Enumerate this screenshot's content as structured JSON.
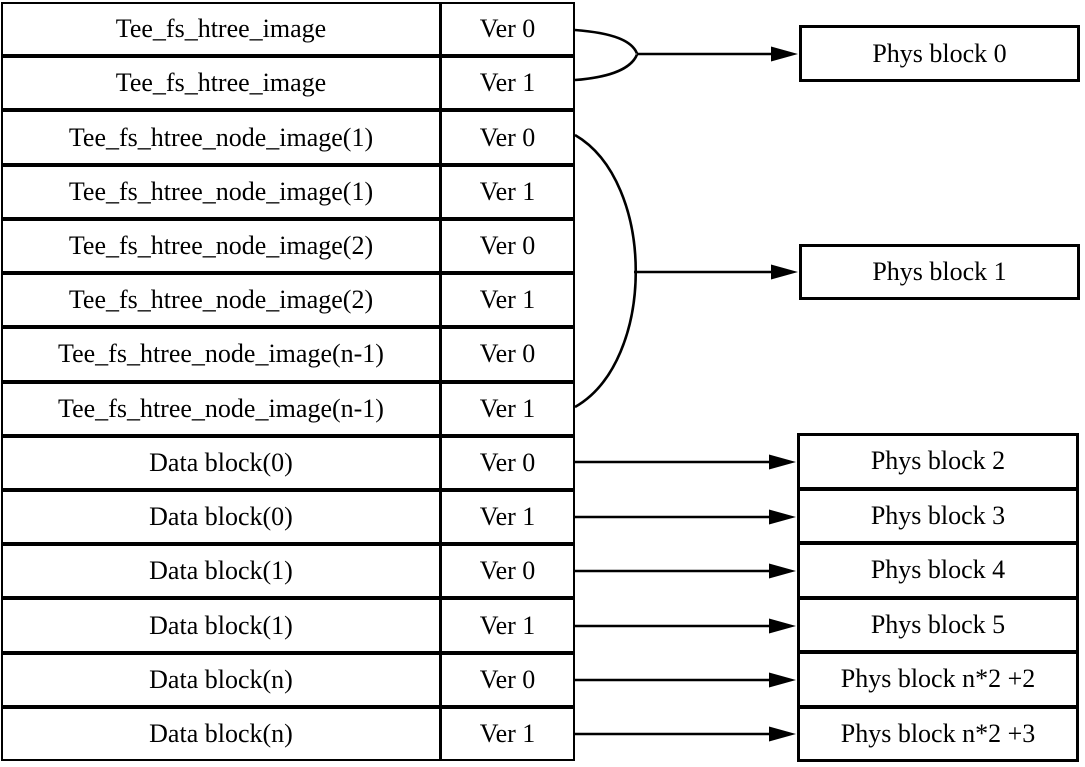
{
  "table": {
    "rows": [
      {
        "name": "Tee_fs_htree_image",
        "ver": "Ver 0"
      },
      {
        "name": "Tee_fs_htree_image",
        "ver": "Ver 1"
      },
      {
        "name": "Tee_fs_htree_node_image(1)",
        "ver": "Ver 0"
      },
      {
        "name": "Tee_fs_htree_node_image(1)",
        "ver": "Ver 1"
      },
      {
        "name": "Tee_fs_htree_node_image(2)",
        "ver": "Ver 0"
      },
      {
        "name": "Tee_fs_htree_node_image(2)",
        "ver": "Ver 1"
      },
      {
        "name": "Tee_fs_htree_node_image(n-1)",
        "ver": "Ver 0"
      },
      {
        "name": "Tee_fs_htree_node_image(n-1)",
        "ver": "Ver 1"
      },
      {
        "name": "Data block(0)",
        "ver": "Ver 0"
      },
      {
        "name": "Data block(0)",
        "ver": "Ver 1"
      },
      {
        "name": "Data block(1)",
        "ver": "Ver 0"
      },
      {
        "name": "Data block(1)",
        "ver": "Ver 1"
      },
      {
        "name": "Data block(n)",
        "ver": "Ver 0"
      },
      {
        "name": "Data block(n)",
        "ver": "Ver 1"
      }
    ]
  },
  "phys": {
    "block0": "Phys block 0",
    "block1": "Phys block 1",
    "stack": [
      "Phys block 2",
      "Phys block 3",
      "Phys block 4",
      "Phys block 5",
      "Phys block n*2 +2",
      "Phys block n*2 +3"
    ]
  },
  "connections": [
    {
      "from": "Tee_fs_htree_image Ver 0 + Ver 1",
      "to": "Phys block 0",
      "style": "brace-merge-arrow"
    },
    {
      "from": "Tee_fs_htree_node_image(1)..(n-1) Ver 0 + Ver 1",
      "to": "Phys block 1",
      "style": "arc-merge-arrow"
    },
    {
      "from": "Data block(0) Ver 0",
      "to": "Phys block 2",
      "style": "arrow"
    },
    {
      "from": "Data block(0) Ver 1",
      "to": "Phys block 3",
      "style": "arrow"
    },
    {
      "from": "Data block(1) Ver 0",
      "to": "Phys block 4",
      "style": "arrow"
    },
    {
      "from": "Data block(1) Ver 1",
      "to": "Phys block 5",
      "style": "arrow"
    },
    {
      "from": "Data block(n) Ver 0",
      "to": "Phys block n*2 +2",
      "style": "arrow"
    },
    {
      "from": "Data block(n) Ver 1",
      "to": "Phys block n*2 +3",
      "style": "arrow"
    }
  ],
  "colors": {
    "line": "#000000",
    "background": "#ffffff",
    "text": "#000000"
  }
}
